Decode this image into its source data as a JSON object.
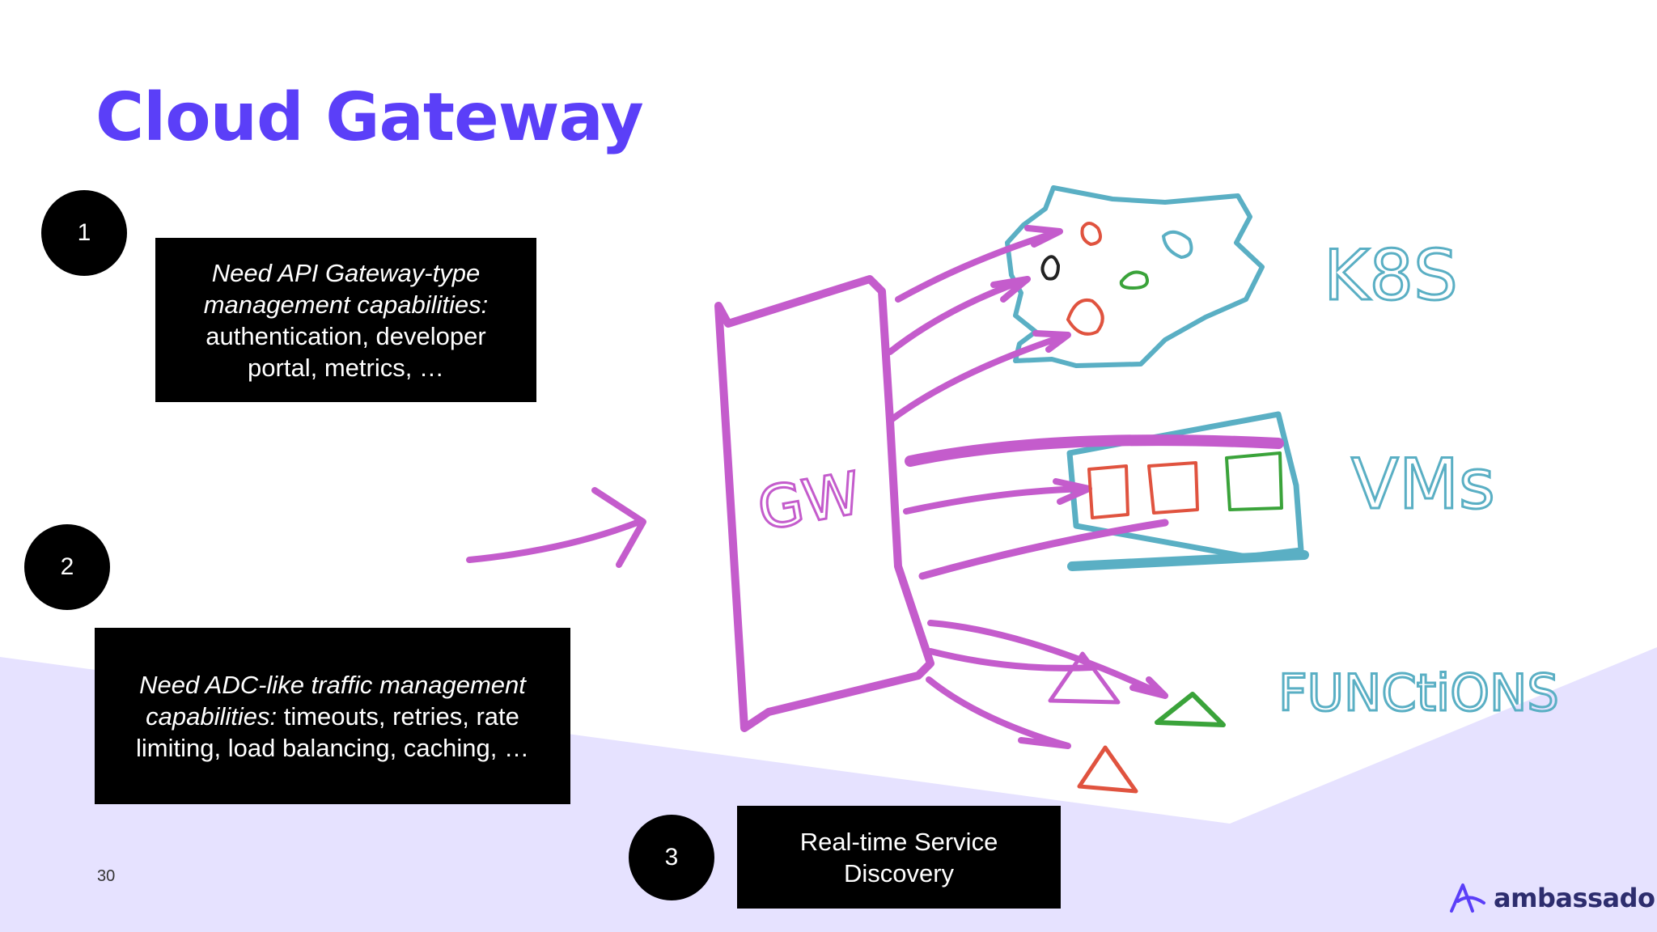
{
  "slide": {
    "title": "Cloud Gateway",
    "page_number": "30",
    "accent_color": "#5b3ff8",
    "band_color": "#e6e2ff"
  },
  "callouts": [
    {
      "badge": "1",
      "italic_lines": [
        "Need API Gateway-type",
        "management capabilities:"
      ],
      "plain_lines": [
        "authentication, developer",
        "portal, metrics, …"
      ]
    },
    {
      "badge": "2",
      "line1_italic": "Need ADC-like traffic management",
      "line2_italic": "capabilities:",
      "line2_plain": " timeouts, retries, rate",
      "line3_plain": "limiting, load balancing, caching, …"
    },
    {
      "badge": "3",
      "lines": [
        "Real-time Service",
        "Discovery"
      ]
    }
  ],
  "sketch": {
    "gateway_label": "GW",
    "k8s_label": "K8S",
    "vms_label": "VMs",
    "functions_label": "FUNCtiONS",
    "colors": {
      "gateway": "#c45ccc",
      "targets": "#5aafc4",
      "red": "#e0533f",
      "green": "#3aa33a"
    }
  },
  "logo": {
    "text": "ambassador",
    "icon": "ambassador-logo-icon"
  }
}
